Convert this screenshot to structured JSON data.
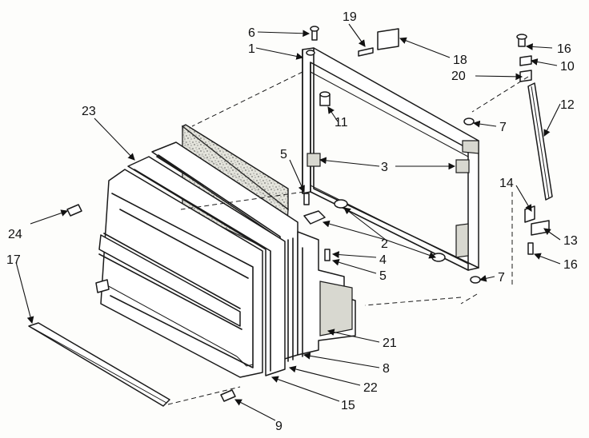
{
  "callouts": {
    "c1": "1",
    "c2": "2",
    "c3": "3",
    "c4": "4",
    "c5a": "5",
    "c5b": "5",
    "c6": "6",
    "c7a": "7",
    "c7b": "7",
    "c8": "8",
    "c9": "9",
    "c10": "10",
    "c11": "11",
    "c12": "12",
    "c13": "13",
    "c14": "14",
    "c15": "15",
    "c16a": "16",
    "c16b": "16",
    "c17": "17",
    "c18": "18",
    "c19": "19",
    "c20": "20",
    "c21": "21",
    "c22": "22",
    "c23": "23",
    "c24": "24"
  }
}
